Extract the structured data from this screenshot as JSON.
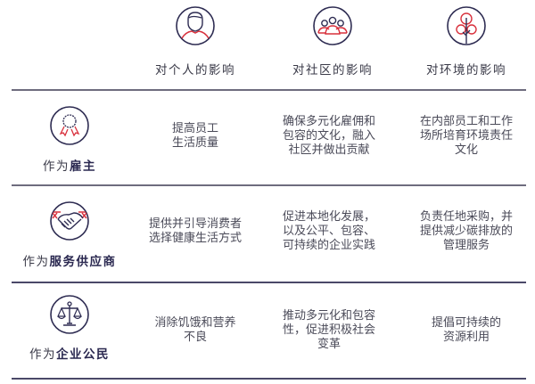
{
  "columns": [
    {
      "icon": "person-icon",
      "label": "对个人的影响"
    },
    {
      "icon": "community-icon",
      "label": "对社区的影响"
    },
    {
      "icon": "tree-icon",
      "label": "对环境的影响"
    }
  ],
  "rows": [
    {
      "icon": "award-ribbon-icon",
      "label_prefix": "作为",
      "label_bold": "雇主",
      "cells": [
        "提高员工\n生活质量",
        "确保多元化雇佣和\n包容的文化，融入\n社区并做出贡献",
        "在内部员工和工作\n场所培育环境责任\n文化"
      ]
    },
    {
      "icon": "handshake-icon",
      "label_prefix": "作为",
      "label_bold": "服务供应商",
      "cells": [
        "提供并引导消费者\n选择健康生活方式",
        "促进本地化发展，\n以及公平、包容、\n可持续的企业实践",
        "负责任地采购，并\n提供减少碳排放的\n管理服务"
      ]
    },
    {
      "icon": "scales-icon",
      "label_prefix": "作为",
      "label_bold": "企业公民",
      "cells": [
        "消除饥饿和营养\n不良",
        "推动多元化和包容\n性，促进积极社会\n变革",
        "提倡可持续的\n资源利用"
      ]
    }
  ],
  "colors": {
    "navy": "#2e2c52",
    "red": "#d8303c",
    "divider": "#6e6c7e"
  }
}
